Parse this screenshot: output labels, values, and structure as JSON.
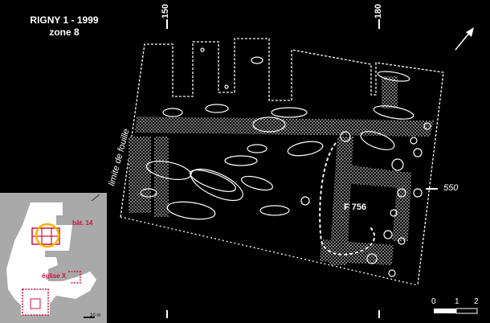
{
  "title": "RIGNY 1 - 1999",
  "subtitle": "zone 8",
  "grid_labels": {
    "x1": "150",
    "x2": "180",
    "y1": "550"
  },
  "limit_label": "limite de fouille",
  "feature_label": "F 756",
  "scale": {
    "ticks": [
      "0",
      "1",
      "2"
    ]
  },
  "inset": {
    "building_label": "bât. 14",
    "church_label": "église X",
    "scale_label": "10 m"
  },
  "colors": {
    "background": "#000000",
    "lines": "#ffffff",
    "inset_bg": "#a9a9a9",
    "highlight": "#f5b400",
    "accent": "#d0103a"
  },
  "icons": [
    "north-arrow-icon"
  ]
}
